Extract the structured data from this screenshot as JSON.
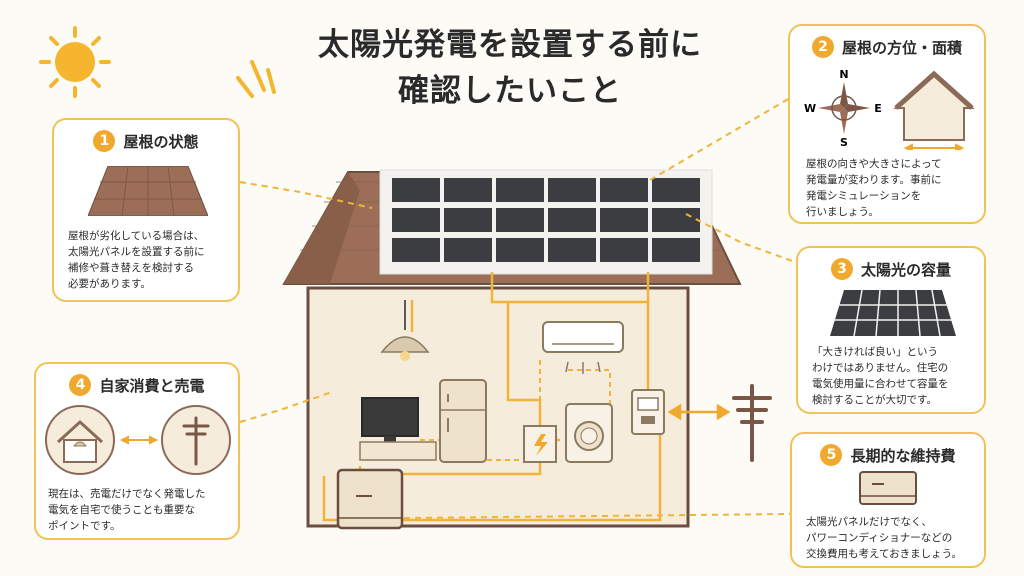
{
  "title": {
    "line1": "太陽光発電を設置する前に",
    "line2": "確認したいこと"
  },
  "cards": [
    {
      "num": "1",
      "title": "屋根の状態",
      "lines": [
        "屋根が劣化している場合は、",
        "太陽光パネルを設置する前に",
        "補修や葺き替えを検討する",
        "必要があります。"
      ]
    },
    {
      "num": "2",
      "title": "屋根の方位・面積",
      "lines": [
        "屋根の向きや大きさによって",
        "発電量が変わります。事前に",
        "発電シミュレーションを",
        "行いましょう。"
      ],
      "compass": {
        "n": "N",
        "s": "S",
        "e": "E",
        "w": "W"
      }
    },
    {
      "num": "3",
      "title": "太陽光の容量",
      "lines": [
        "「大きければ良い」という",
        "わけではありません。住宅の",
        "電気使用量に合わせて容量を",
        "検討することが大切です。"
      ]
    },
    {
      "num": "4",
      "title": "自家消費と売電",
      "lines": [
        "現在は、売電だけでなく発電した",
        "電気を自宅で使うことも重要な",
        "ポイントです。"
      ]
    },
    {
      "num": "5",
      "title": "長期的な維持費",
      "lines": [
        "太陽光パネルだけでなく、",
        "パワーコンディショナーなどの",
        "交換費用も考えておきましょう。"
      ]
    }
  ],
  "colors": {
    "accent": "#f0a92c",
    "border": "#f0c35a",
    "roof": "#9c6e58",
    "wall": "#f6ecdb",
    "panel": "#3c3d40"
  }
}
